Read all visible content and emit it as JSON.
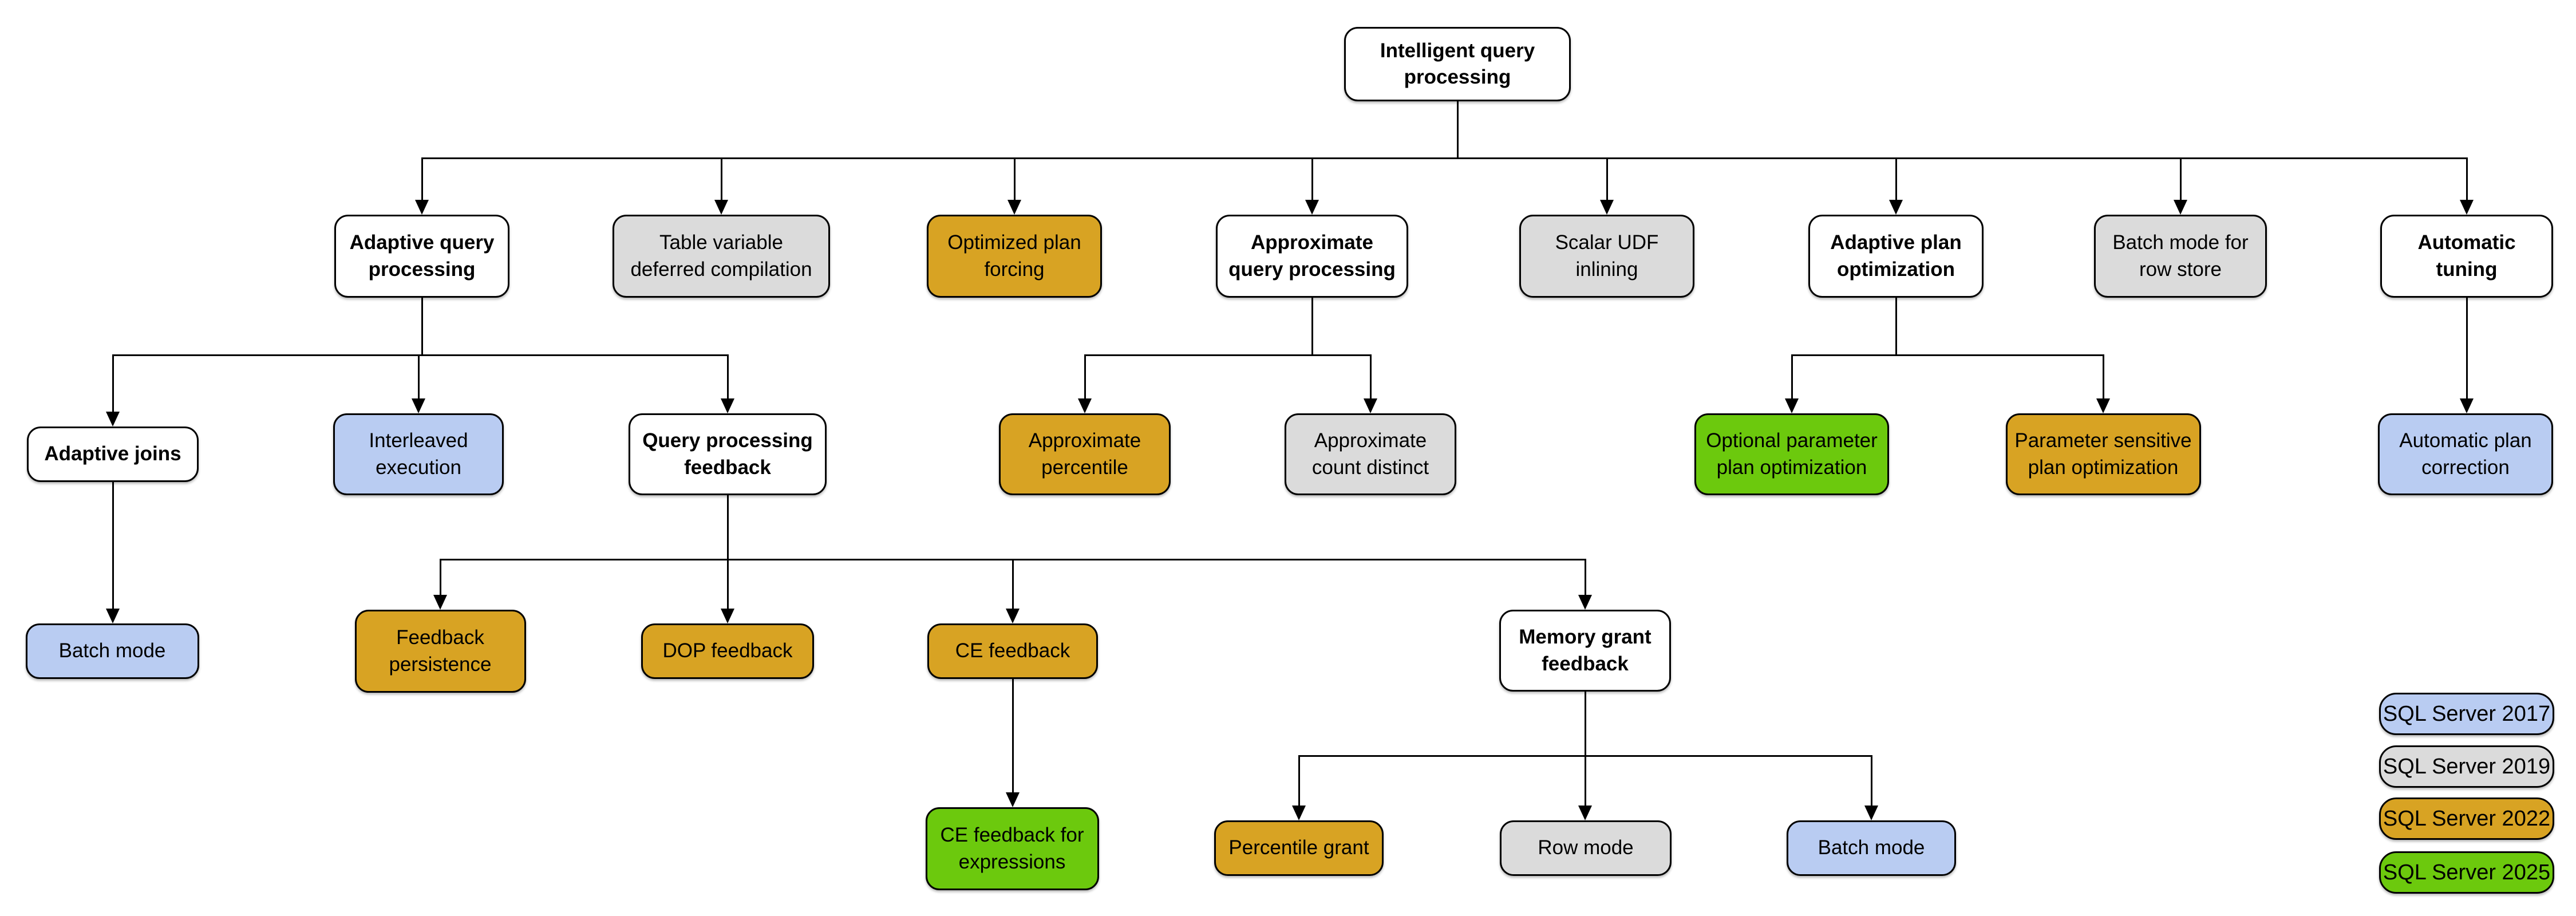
{
  "diagram": {
    "version_colors": {
      "2017": "#B9CCF2",
      "2019": "#DBDBDB",
      "2022": "#D8A323",
      "2025": "#6CC90D",
      "none": "#FFFFFF"
    },
    "nodes": [
      {
        "id": "intelligent-query-processing",
        "label": "Intelligent query\nprocessing",
        "version": "none"
      },
      {
        "id": "adaptive-query-processing",
        "label": "Adaptive query\nprocessing",
        "version": "none"
      },
      {
        "id": "table-variable-deferred-compilation",
        "label": "Table variable\ndeferred compilation",
        "version": "2019"
      },
      {
        "id": "optimized-plan-forcing",
        "label": "Optimized plan\nforcing",
        "version": "2022"
      },
      {
        "id": "approximate-query-processing",
        "label": "Approximate\nquery processing",
        "version": "none"
      },
      {
        "id": "scalar-udf-inlining",
        "label": "Scalar UDF\ninlining",
        "version": "2019"
      },
      {
        "id": "adaptive-plan-optimization",
        "label": "Adaptive plan\noptimization",
        "version": "none"
      },
      {
        "id": "batch-mode-for-row-store",
        "label": "Batch mode for\nrow store",
        "version": "2019"
      },
      {
        "id": "automatic-tuning",
        "label": "Automatic\ntuning",
        "version": "none"
      },
      {
        "id": "adaptive-joins",
        "label": "Adaptive joins",
        "version": "none"
      },
      {
        "id": "interleaved-execution",
        "label": "Interleaved\nexecution",
        "version": "2017"
      },
      {
        "id": "query-processing-feedback",
        "label": "Query processing\nfeedback",
        "version": "none"
      },
      {
        "id": "approximate-percentile",
        "label": "Approximate\npercentile",
        "version": "2022"
      },
      {
        "id": "approximate-count-distinct",
        "label": "Approximate\ncount distinct",
        "version": "2019"
      },
      {
        "id": "optional-parameter-plan-optimization",
        "label": "Optional parameter\nplan optimization",
        "version": "2025"
      },
      {
        "id": "parameter-sensitive-plan-optimization",
        "label": "Parameter sensitive\nplan optimization",
        "version": "2022"
      },
      {
        "id": "automatic-plan-correction",
        "label": "Automatic plan\ncorrection",
        "version": "2017"
      },
      {
        "id": "batch-mode-adaptive-joins",
        "label": "Batch mode",
        "version": "2017"
      },
      {
        "id": "feedback-persistence",
        "label": "Feedback\npersistence",
        "version": "2022"
      },
      {
        "id": "dop-feedback",
        "label": "DOP feedback",
        "version": "2022"
      },
      {
        "id": "ce-feedback",
        "label": "CE feedback",
        "version": "2022"
      },
      {
        "id": "memory-grant-feedback",
        "label": "Memory grant\nfeedback",
        "version": "none"
      },
      {
        "id": "ce-feedback-for-expressions",
        "label": "CE feedback for\nexpressions",
        "version": "2025"
      },
      {
        "id": "percentile-grant",
        "label": "Percentile grant",
        "version": "2022"
      },
      {
        "id": "row-mode",
        "label": "Row mode",
        "version": "2019"
      },
      {
        "id": "batch-mode-memory-grant",
        "label": "Batch mode",
        "version": "2017"
      }
    ],
    "legend": [
      {
        "id": "legend-sql-server-2017",
        "label": "SQL Server 2017",
        "version": "2017"
      },
      {
        "id": "legend-sql-server-2019",
        "label": "SQL Server 2019",
        "version": "2019"
      },
      {
        "id": "legend-sql-server-2022",
        "label": "SQL Server 2022",
        "version": "2022"
      },
      {
        "id": "legend-sql-server-2025",
        "label": "SQL Server 2025",
        "version": "2025"
      }
    ]
  }
}
